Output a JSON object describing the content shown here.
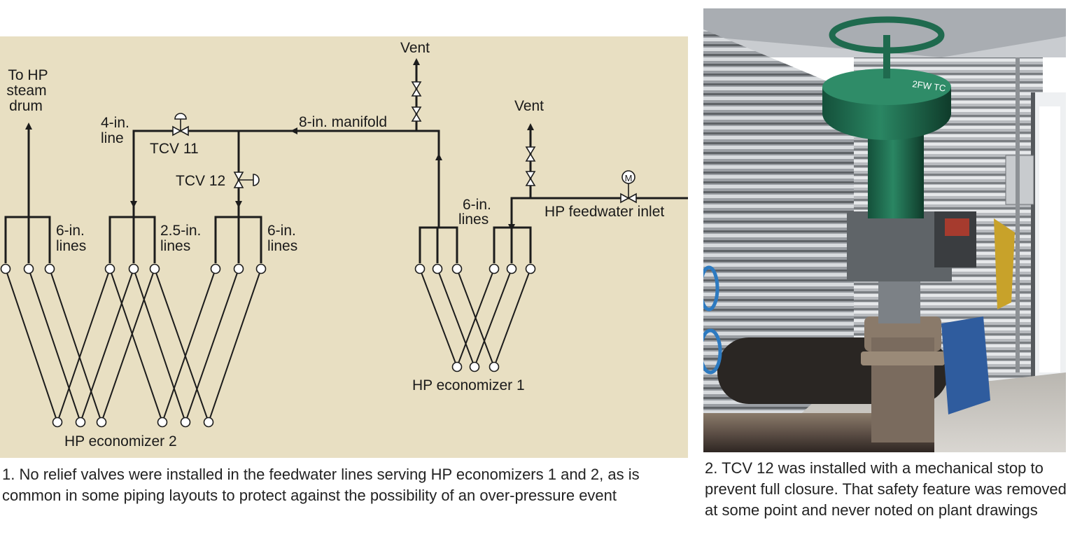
{
  "figure1": {
    "labels": {
      "to_hp_steam_drum_1": "To HP",
      "to_hp_steam_drum_2": "steam",
      "to_hp_steam_drum_3": "drum",
      "four_in_line_1": "4-in.",
      "four_in_line_2": "line",
      "tcv11": "TCV 11",
      "tcv12": "TCV 12",
      "manifold": "8-in. manifold",
      "vent_left": "Vent",
      "vent_right": "Vent",
      "six_in_lines_eco1_1": "6-in.",
      "six_in_lines_eco1_2": "lines",
      "hp_feedwater_inlet": "HP feedwater inlet",
      "motor_symbol": "M",
      "six_in_lines_a_1": "6-in.",
      "six_in_lines_a_2": "lines",
      "two_five_in_lines_1": "2.5-in.",
      "two_five_in_lines_2": "lines",
      "six_in_lines_b_1": "6-in.",
      "six_in_lines_b_2": "lines",
      "hp_economizer_1": "HP economizer 1",
      "hp_economizer_2": "HP economizer 2"
    },
    "caption": "1. No relief valves were installed in the feedwater lines serving HP economizers 1 and 2, as is common in some piping layouts to protect against the possibility of an over-pressure event",
    "colors": {
      "background": "#e8dfc2",
      "line": "#1c1c1c"
    }
  },
  "figure2": {
    "valve_tag": "2FW TC",
    "caption": "2. TCV 12 was installed with a mechanical stop to prevent full closure. That safety feature was removed at some point and never noted on plant drawings",
    "colors": {
      "valve": "#1f6a4e",
      "wall": "#8f9398"
    }
  }
}
